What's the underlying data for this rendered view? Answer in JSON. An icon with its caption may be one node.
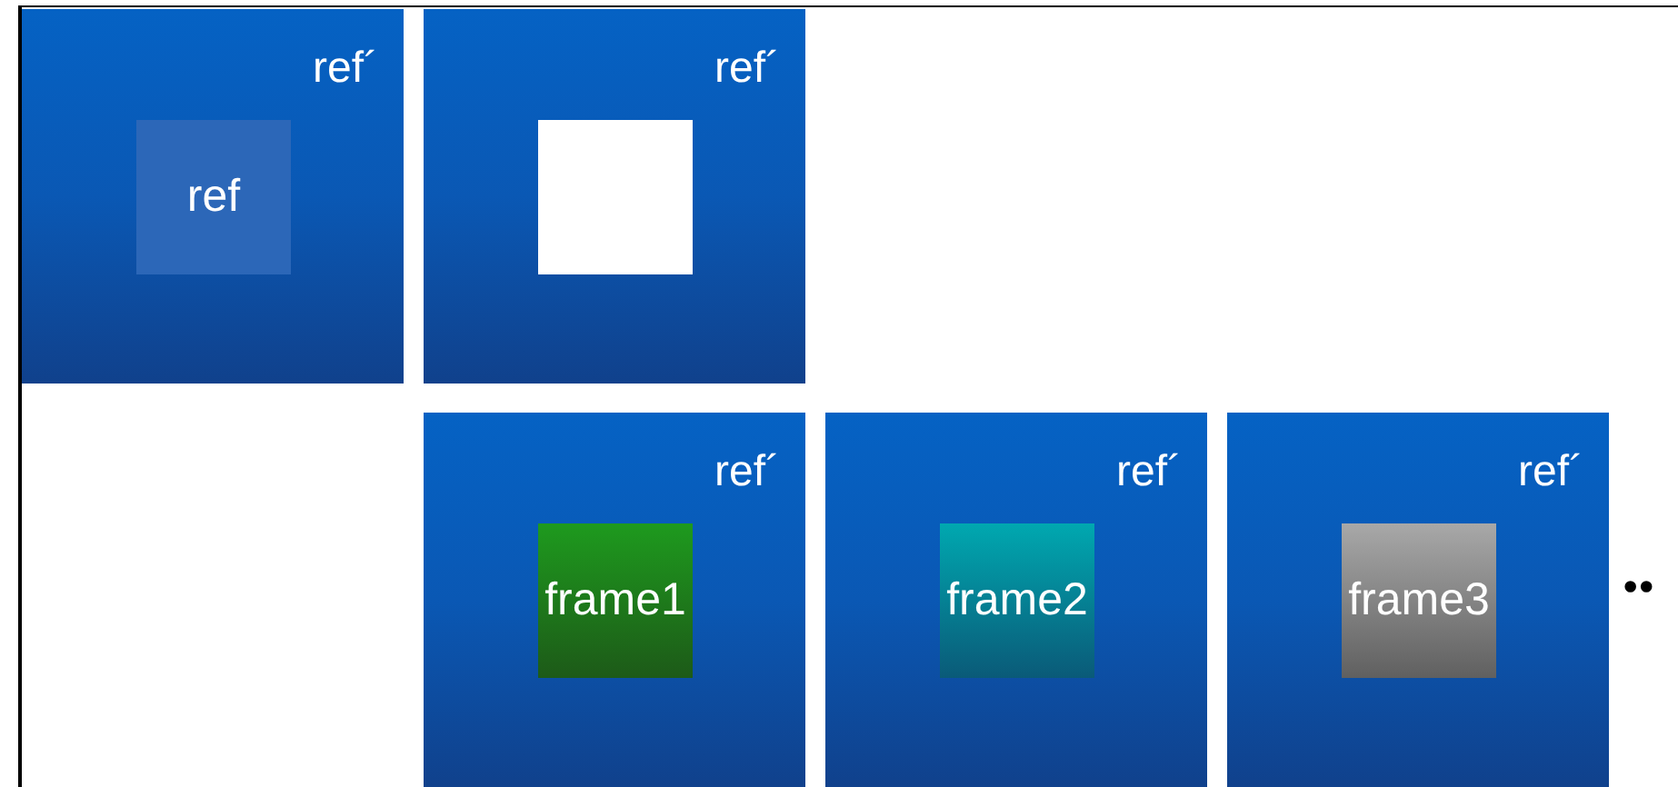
{
  "diagram": {
    "nodes": [
      {
        "text": [
          "ref´"
        ]
      },
      {
        "text": [
          "ref"
        ],
        "in": 0
      },
      {
        "text": [
          "ref´"
        ]
      },
      {
        "text": [],
        "shape": "box",
        "in": 2
      },
      {
        "text": [
          "ref´"
        ]
      },
      {
        "text": [
          "frame1"
        ],
        "in": 4
      },
      {
        "text": [
          "ref´"
        ]
      },
      {
        "text": [
          "frame2"
        ],
        "in": 6
      },
      {
        "text": [
          "ref´"
        ]
      },
      {
        "text": [
          "frame3"
        ],
        "in": 8
      }
    ],
    "labels": [
      "••"
    ]
  }
}
